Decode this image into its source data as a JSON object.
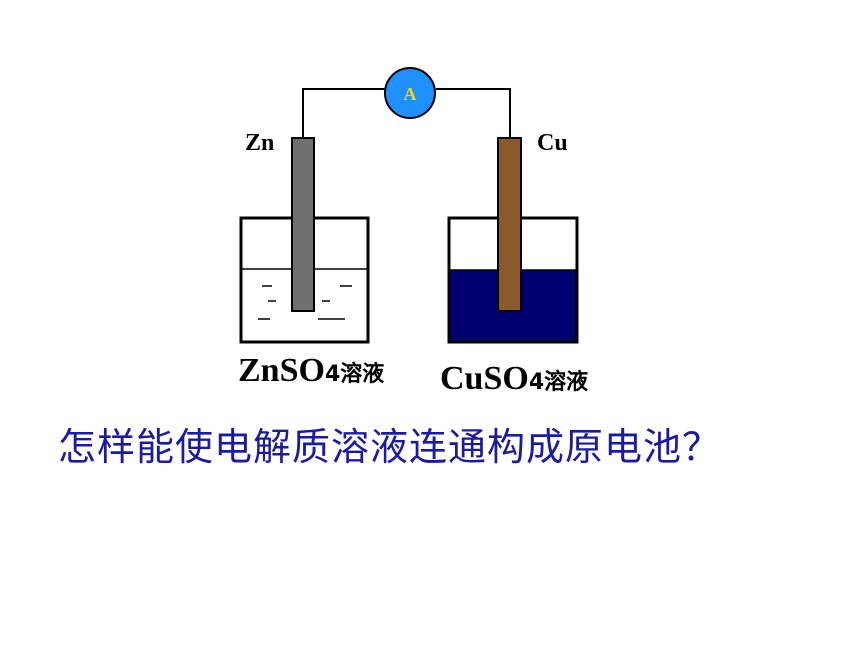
{
  "ammeter": {
    "label": "A"
  },
  "electrodes": {
    "left": {
      "label": "Zn"
    },
    "right": {
      "label": "Cu"
    }
  },
  "solutions": {
    "left": {
      "formula": "ZnSO",
      "subscript": "4",
      "suffix": "溶液"
    },
    "right": {
      "formula": "CuSO",
      "subscript": "4",
      "suffix": "溶液"
    }
  },
  "question": "怎样能使电解质溶液连通构成原电池？",
  "colors": {
    "zinc": "#707070",
    "copper": "#8b5a2b",
    "cuso4_solution": "#00006e",
    "ammeter_fill": "#1e90ff",
    "ammeter_text": "#ffd700",
    "question_text": "#1a1aa8"
  }
}
